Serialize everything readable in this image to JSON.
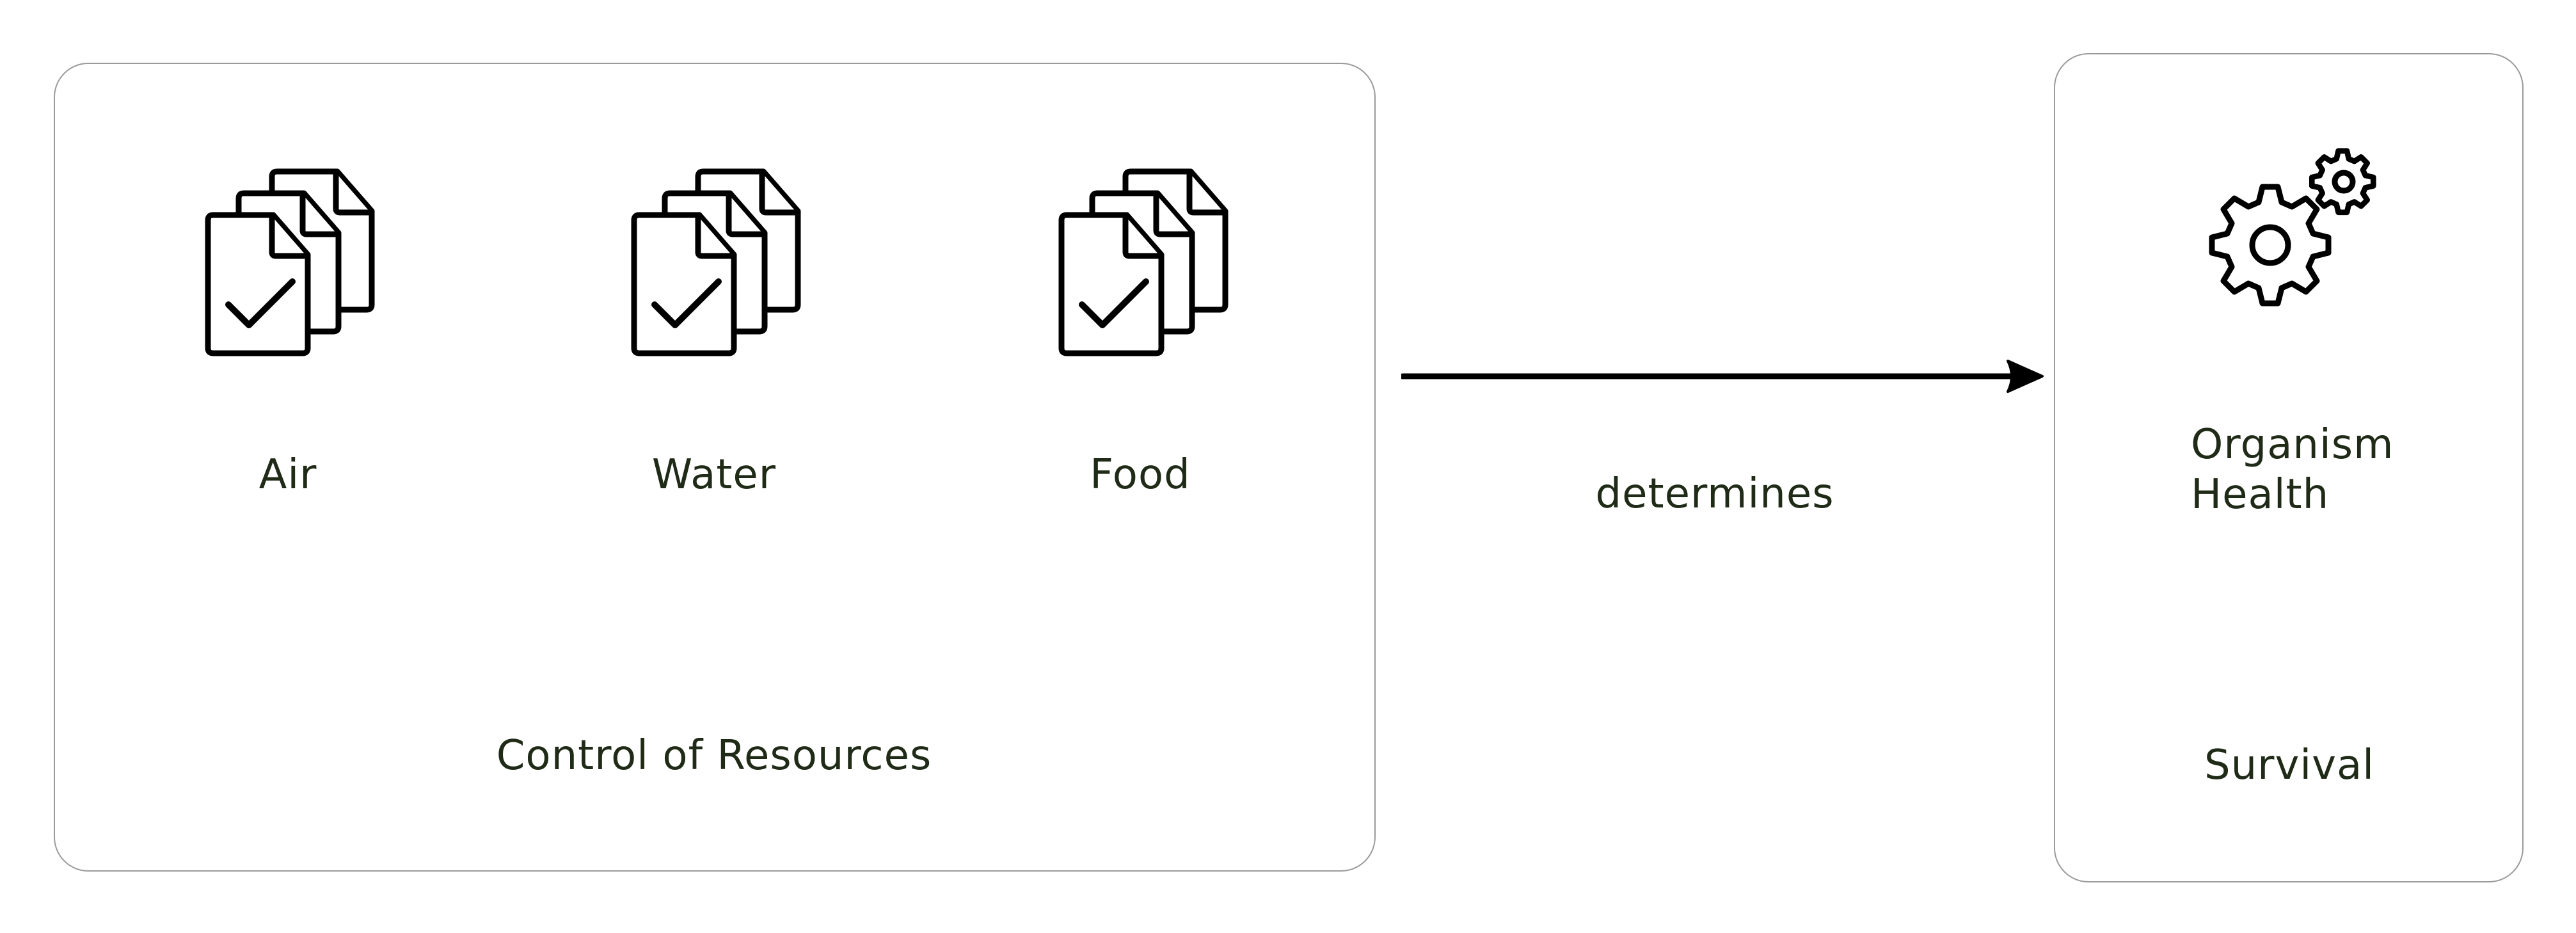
{
  "resources_panel": {
    "items": [
      {
        "label": "Air",
        "icon": "checked-documents-icon"
      },
      {
        "label": "Water",
        "icon": "checked-documents-icon"
      },
      {
        "label": "Food",
        "icon": "checked-documents-icon"
      }
    ],
    "caption": "Control of Resources"
  },
  "connector": {
    "label": "determines",
    "color": "#000000"
  },
  "outcome_panel": {
    "icon": "gears-icon",
    "title_line1": "Organism",
    "title_line2": "Health",
    "caption": "Survival"
  }
}
